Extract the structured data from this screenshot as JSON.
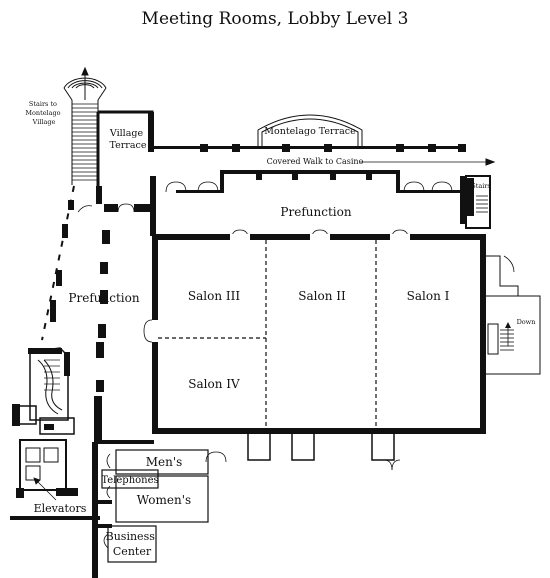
{
  "title": "Meeting Rooms, Lobby Level 3",
  "labels": {
    "stairs_village": [
      "Stairs to",
      "Montelago",
      "Village"
    ],
    "village_terrace": [
      "Village",
      "Terrace"
    ],
    "montelago_terrace": "Montelago Terrace",
    "covered_walk": "Covered Walk to Casino",
    "stairs": "Stairs",
    "prefunction_top": "Prefunction",
    "prefunction_left": "Prefunction",
    "salon_1": "Salon I",
    "salon_2": "Salon II",
    "salon_3": "Salon III",
    "salon_4": "Salon IV",
    "down": "Down",
    "mens": "Men's",
    "telephones": "Telephones",
    "womens": "Women's",
    "elevators": "Elevators",
    "business_center": [
      "Business",
      "Center"
    ]
  },
  "colors": {
    "ink": "#111111",
    "background": "#ffffff"
  }
}
